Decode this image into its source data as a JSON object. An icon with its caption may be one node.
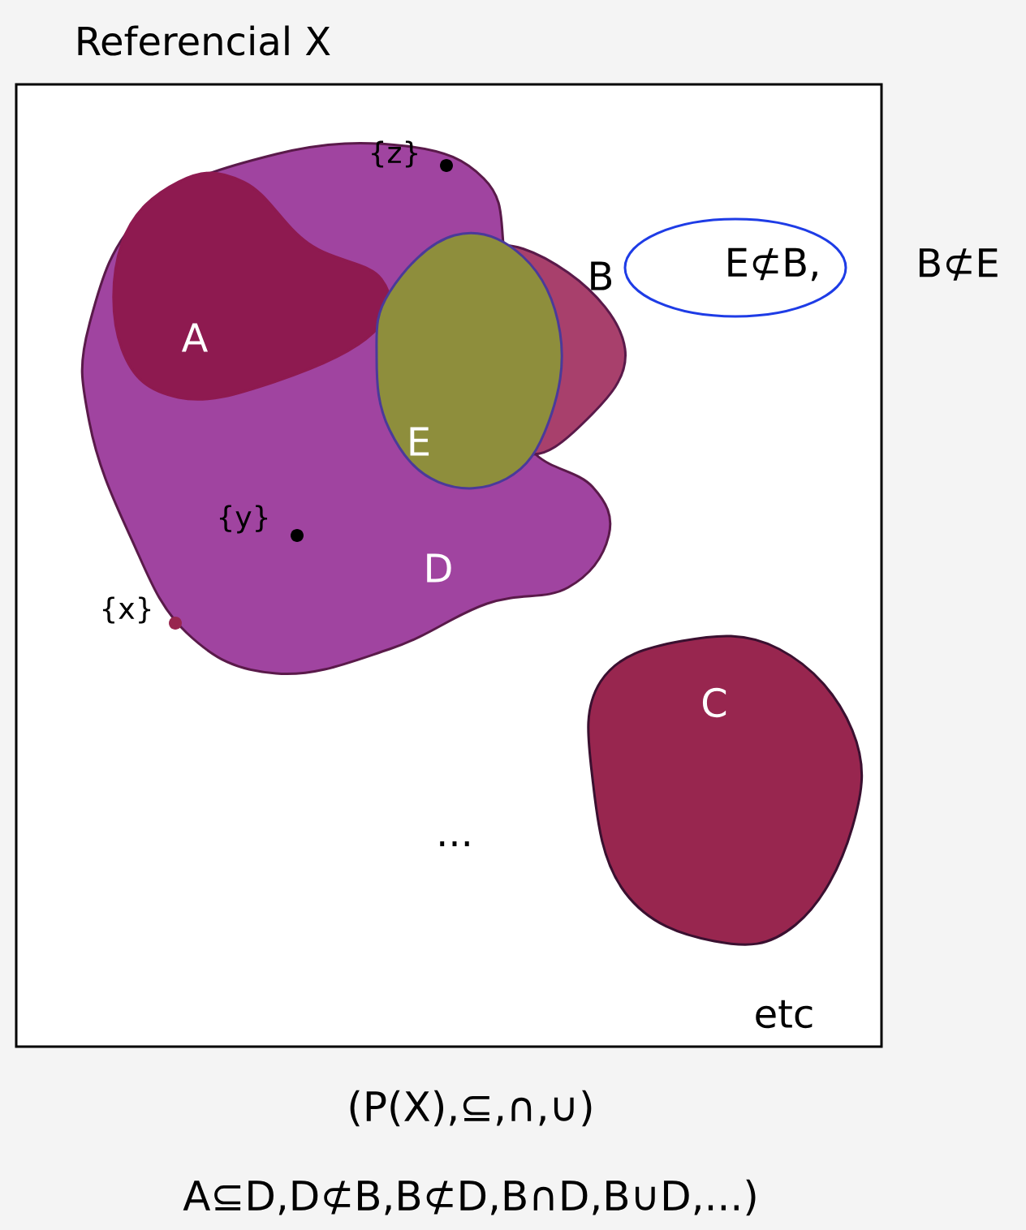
{
  "diagram": {
    "title": "Referencial X",
    "nodes": [
      {
        "text": [
          "etc"
        ]
      },
      {
        "text": [
          "D"
        ],
        "in": 0
      },
      {
        "text": [
          "A"
        ],
        "in": 1
      },
      {
        "text": [
          "B"
        ],
        "in": 0
      },
      {
        "text": [
          "E"
        ],
        "in": 1
      },
      {
        "text": [
          "C"
        ],
        "in": 0
      }
    ],
    "labels": [
      "{z}",
      "E⊄B,",
      "B⊄E",
      "{y}",
      "{x}",
      "...",
      "(P(X),⊆,∩,∪)",
      "A⊆D,D⊄B,B⊄D,B∩D,B∪D,...)"
    ]
  }
}
